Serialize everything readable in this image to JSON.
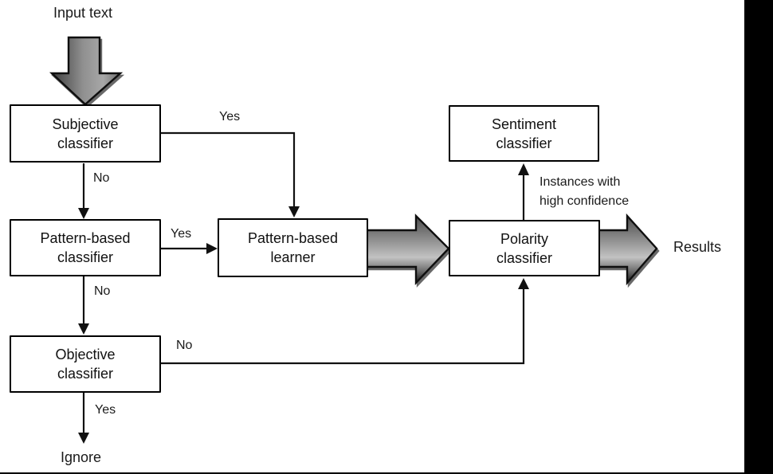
{
  "page": {
    "background": "#ffffff",
    "right_bar_color": "#000000",
    "bottom_line_color": "#000000"
  },
  "diagram": {
    "input_label": "Input text",
    "nodes": {
      "subjective": "Subjective\nclassifier",
      "pattern_classifier": "Pattern-based\nclassifier",
      "objective": "Objective\nclassifier",
      "learner": "Pattern-based\nlearner",
      "sentiment": "Sentiment\nclassifier",
      "polarity": "Polarity\nclassifier"
    },
    "edge_labels": {
      "subjective_yes": "Yes",
      "subjective_no": "No",
      "pattern_yes": "Yes",
      "pattern_no": "No",
      "objective_no": "No",
      "objective_yes": "Yes"
    },
    "terminal_labels": {
      "ignore": "Ignore",
      "results": "Results"
    },
    "annotation": "Instances with\nhigh confidence",
    "colors": {
      "line": "#111111",
      "box_border": "#000000",
      "box_fill": "#ffffff",
      "text": "#1a1a1a",
      "block_arrow_dark": "#474747",
      "block_arrow_light": "#bdbdbd",
      "block_arrow_edge": "#0f0f0f"
    }
  }
}
